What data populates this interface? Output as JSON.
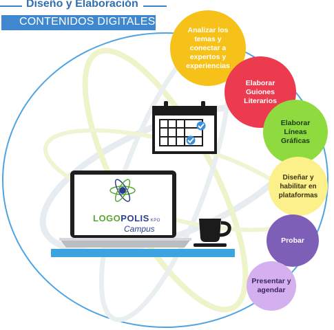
{
  "header": {
    "title": "Diseño y Elaboración",
    "banner": "CONTENIDOS DIGITALES"
  },
  "steps": [
    {
      "label": "Analizar los temas y conectar a expertos y experiencias",
      "color": "#f6c21a"
    },
    {
      "label": "Elaborar Guiones Literarios",
      "color": "#ec3b4f"
    },
    {
      "label": "Elaborar Líneas Gráficas",
      "color": "#8fdb3f"
    },
    {
      "label": "Diseñar y habilitar en plataformas",
      "color": "#fbf08a"
    },
    {
      "label": "Probar",
      "color": "#7e5fb8"
    },
    {
      "label": "Presentar y agendar",
      "color": "#d4b0ee"
    }
  ],
  "laptop_screen": {
    "brand_green": "LOGO",
    "brand_blue": "POLIS",
    "brand_small": "KPO",
    "subtitle": "Campus"
  },
  "icons": [
    "calendar-icon",
    "laptop-icon",
    "coffee-cup-icon",
    "atom-logo-icon"
  ]
}
